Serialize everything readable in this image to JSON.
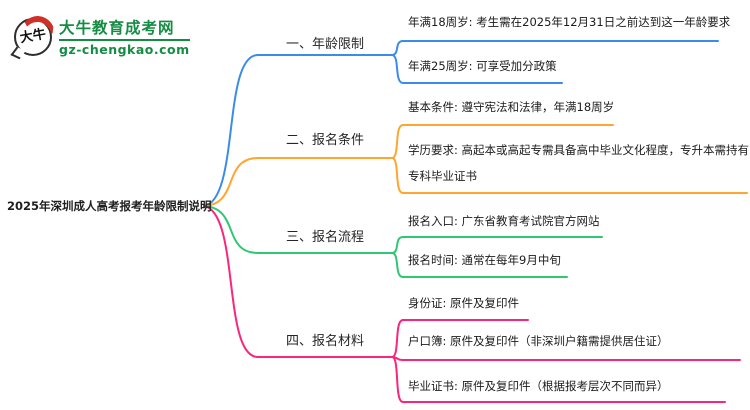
{
  "logo": {
    "badge_text": "大牛",
    "title": "大牛教育成考网",
    "domain": "gz-chengkao.com",
    "green": "#158c44",
    "red": "#cf3126"
  },
  "root": {
    "label": "2025年深圳成人高考报考年龄限制说明"
  },
  "branches": [
    {
      "label": "一、年龄限制",
      "color": "#3b8cea",
      "children": [
        {
          "label": "年满18周岁: 考生需在2025年12月31日之前达到这一年龄要求"
        },
        {
          "label": "年满25周岁: 可享受加分政策"
        }
      ]
    },
    {
      "label": "二、报名条件",
      "color": "#ffa630",
      "children": [
        {
          "label": "基本条件: 遵守宪法和法律，年满18周岁"
        },
        {
          "label": "学历要求: 高起本或高起专需具备高中毕业文化程度，专升本需持有专科毕业证书"
        }
      ]
    },
    {
      "label": "三、报名流程",
      "color": "#2ec873",
      "children": [
        {
          "label": "报名入口: 广东省教育考试院官方网站"
        },
        {
          "label": "报名时间: 通常在每年9月中旬"
        }
      ]
    },
    {
      "label": "四、报名材料",
      "color": "#f9267b",
      "children": [
        {
          "label": "身份证: 原件及复印件"
        },
        {
          "label": "户口簿: 原件及复印件（非深圳户籍需提供居住证）"
        },
        {
          "label": "毕业证书: 原件及复印件（根据报考层次不同而异）"
        }
      ]
    }
  ]
}
